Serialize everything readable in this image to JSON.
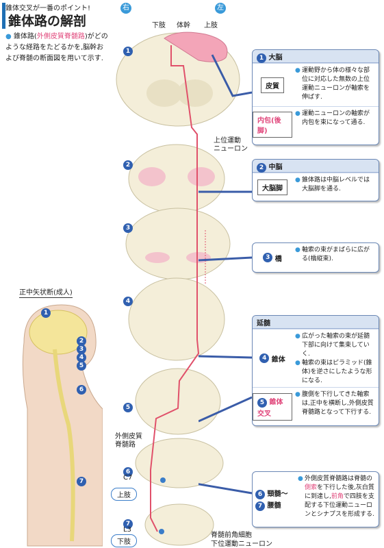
{
  "header": {
    "subtitle": "錐体交叉が一番のポイント!",
    "title": "錐体路の解剖"
  },
  "intro": {
    "bullet": "●",
    "text1": "錐体路(",
    "pink": "外側皮質脊髄路",
    "text2": ")がどのような経路をたどるかを,脳幹および脊髄の断面図を用いて示す."
  },
  "orientation": {
    "right": "右",
    "left": "左"
  },
  "top_labels": {
    "lower_limb": "下肢",
    "trunk": "体幹",
    "upper_limb": "上肢"
  },
  "sagittal_label": "正中矢状断(成人)",
  "sagittal_numbers": [
    "1",
    "2",
    "3",
    "4",
    "5",
    "6",
    "7"
  ],
  "section_numbers": [
    "1",
    "2",
    "3",
    "4",
    "5",
    "6",
    "7"
  ],
  "level_labels": {
    "c7": "C7",
    "l3": "L3"
  },
  "annotations": {
    "upper_motor_neuron": "上位運動\nニューロン",
    "lateral_cst": "外側皮質\n脊髄路",
    "anterior_horn": "脊髄前角細胞",
    "lower_motor_neuron": "下位運動ニューロン",
    "upper_limb": "上肢",
    "lower_limb": "下肢"
  },
  "panels": {
    "cerebrum": {
      "title": "大脳",
      "num": "1",
      "rows": [
        {
          "label": "皮質",
          "desc": "運動野から体の様々な部位に対応した無数の上位運動ニューロンが軸索を伸ばす."
        },
        {
          "label": "内包(後脚)",
          "desc": "運動ニューロンの軸索が内包を束になって通る."
        }
      ]
    },
    "midbrain": {
      "title": "中脳",
      "num": "2",
      "rows": [
        {
          "label": "大脳脚",
          "desc": "錐体路は中脳レベルでは大脳脚を通る."
        }
      ]
    },
    "pons": {
      "num": "3",
      "label": "橋",
      "desc": "軸索の束がまばらに広がる(橋縦束)."
    },
    "medulla": {
      "title": "延髄",
      "rows": [
        {
          "num": "4",
          "label": "錐体",
          "desc1": "広がった軸索の束が延髄下部に向けて集束していく.",
          "desc2": "軸索の束はピラミッド(錐体)を逆さにしたような形になる."
        },
        {
          "num": "5",
          "label": "錐体交叉",
          "desc": "腹側を下行してきた軸索は,正中を横断し,外側皮質脊髄路となって下行する."
        }
      ]
    },
    "spinal": {
      "num6": "6",
      "label6": "頸髄〜",
      "num7": "7",
      "label7": "腰髄",
      "desc_a": "外側皮質脊髄路は脊髄の",
      "desc_pink1": "側索",
      "desc_b": "を下行した後,灰白質に到達し,",
      "desc_pink2": "前角",
      "desc_c": "で四肢を支配する下位運動ニューロンとシナプスを形成する."
    }
  },
  "colors": {
    "accent": "#1f6fb4",
    "pink": "#e0457a",
    "tract": "#e0506a",
    "panel_border": "#6a87b5"
  }
}
